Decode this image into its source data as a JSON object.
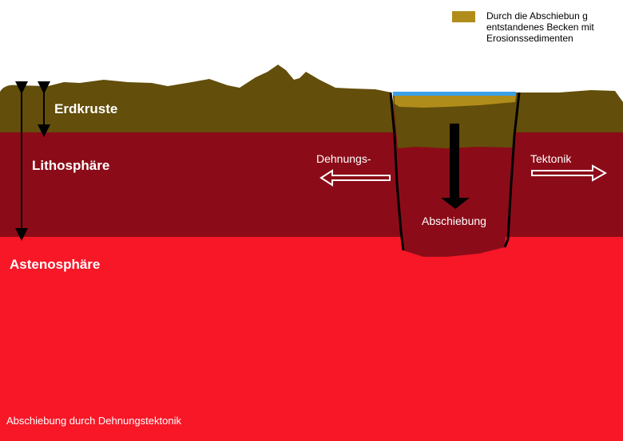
{
  "labels": {
    "erdkruste": "Erdkruste",
    "lithosphaere": "Lithosphäre",
    "astenosphaere": "Astenosphäre",
    "dehnungs": "Dehnungs-",
    "tektonik": "Tektonik",
    "abschiebung": "Abschiebung",
    "caption": "Abschiebung durch Dehnungstektonik"
  },
  "legend": {
    "lines": [
      "Durch die Abschiebun g",
      "entstandenes Becken mit",
      "Erosionssedimenten"
    ]
  },
  "colors": {
    "sky": "#ffffff",
    "crust": "#634e0b",
    "lithosphere": "#8b0c18",
    "asthenosphere": "#f71727",
    "sediment": "#b08c1a",
    "water": "#3aa0e8",
    "arrow": "#000000",
    "text": "#ffffff"
  }
}
